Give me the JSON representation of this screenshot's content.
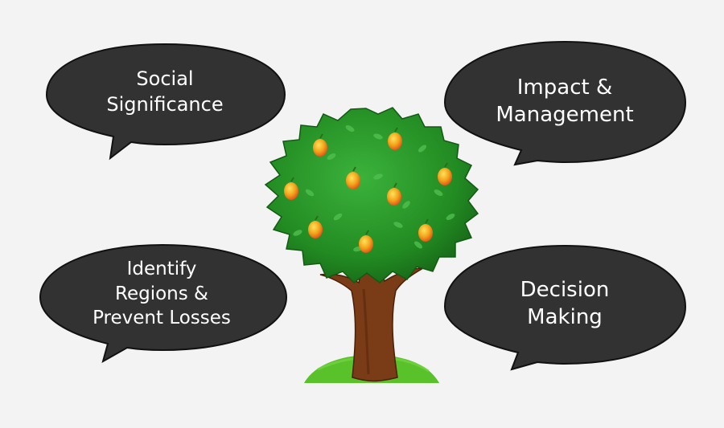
{
  "bubbles": {
    "social": {
      "line1": "Social",
      "line2": "Significance"
    },
    "impact": {
      "line1": "Impact &",
      "line2": "Management"
    },
    "identify": {
      "line1": "Identify",
      "line2": "Regions &",
      "line3": "Prevent Losses"
    },
    "decision": {
      "line1": "Decision",
      "line2": "Making"
    }
  },
  "colors": {
    "background": "#f3f3f3",
    "bubble_fill": "#323232",
    "bubble_border": "#111111",
    "bubble_text": "#ffffff",
    "foliage_dark": "#1f7a1f",
    "foliage_light": "#34a334",
    "trunk": "#7a3b17",
    "grass": "#59c12a",
    "mango": "#f2a21a"
  },
  "icons": [
    "mango-tree-icon",
    "mango-fruit-icon",
    "grass-mound-icon"
  ]
}
